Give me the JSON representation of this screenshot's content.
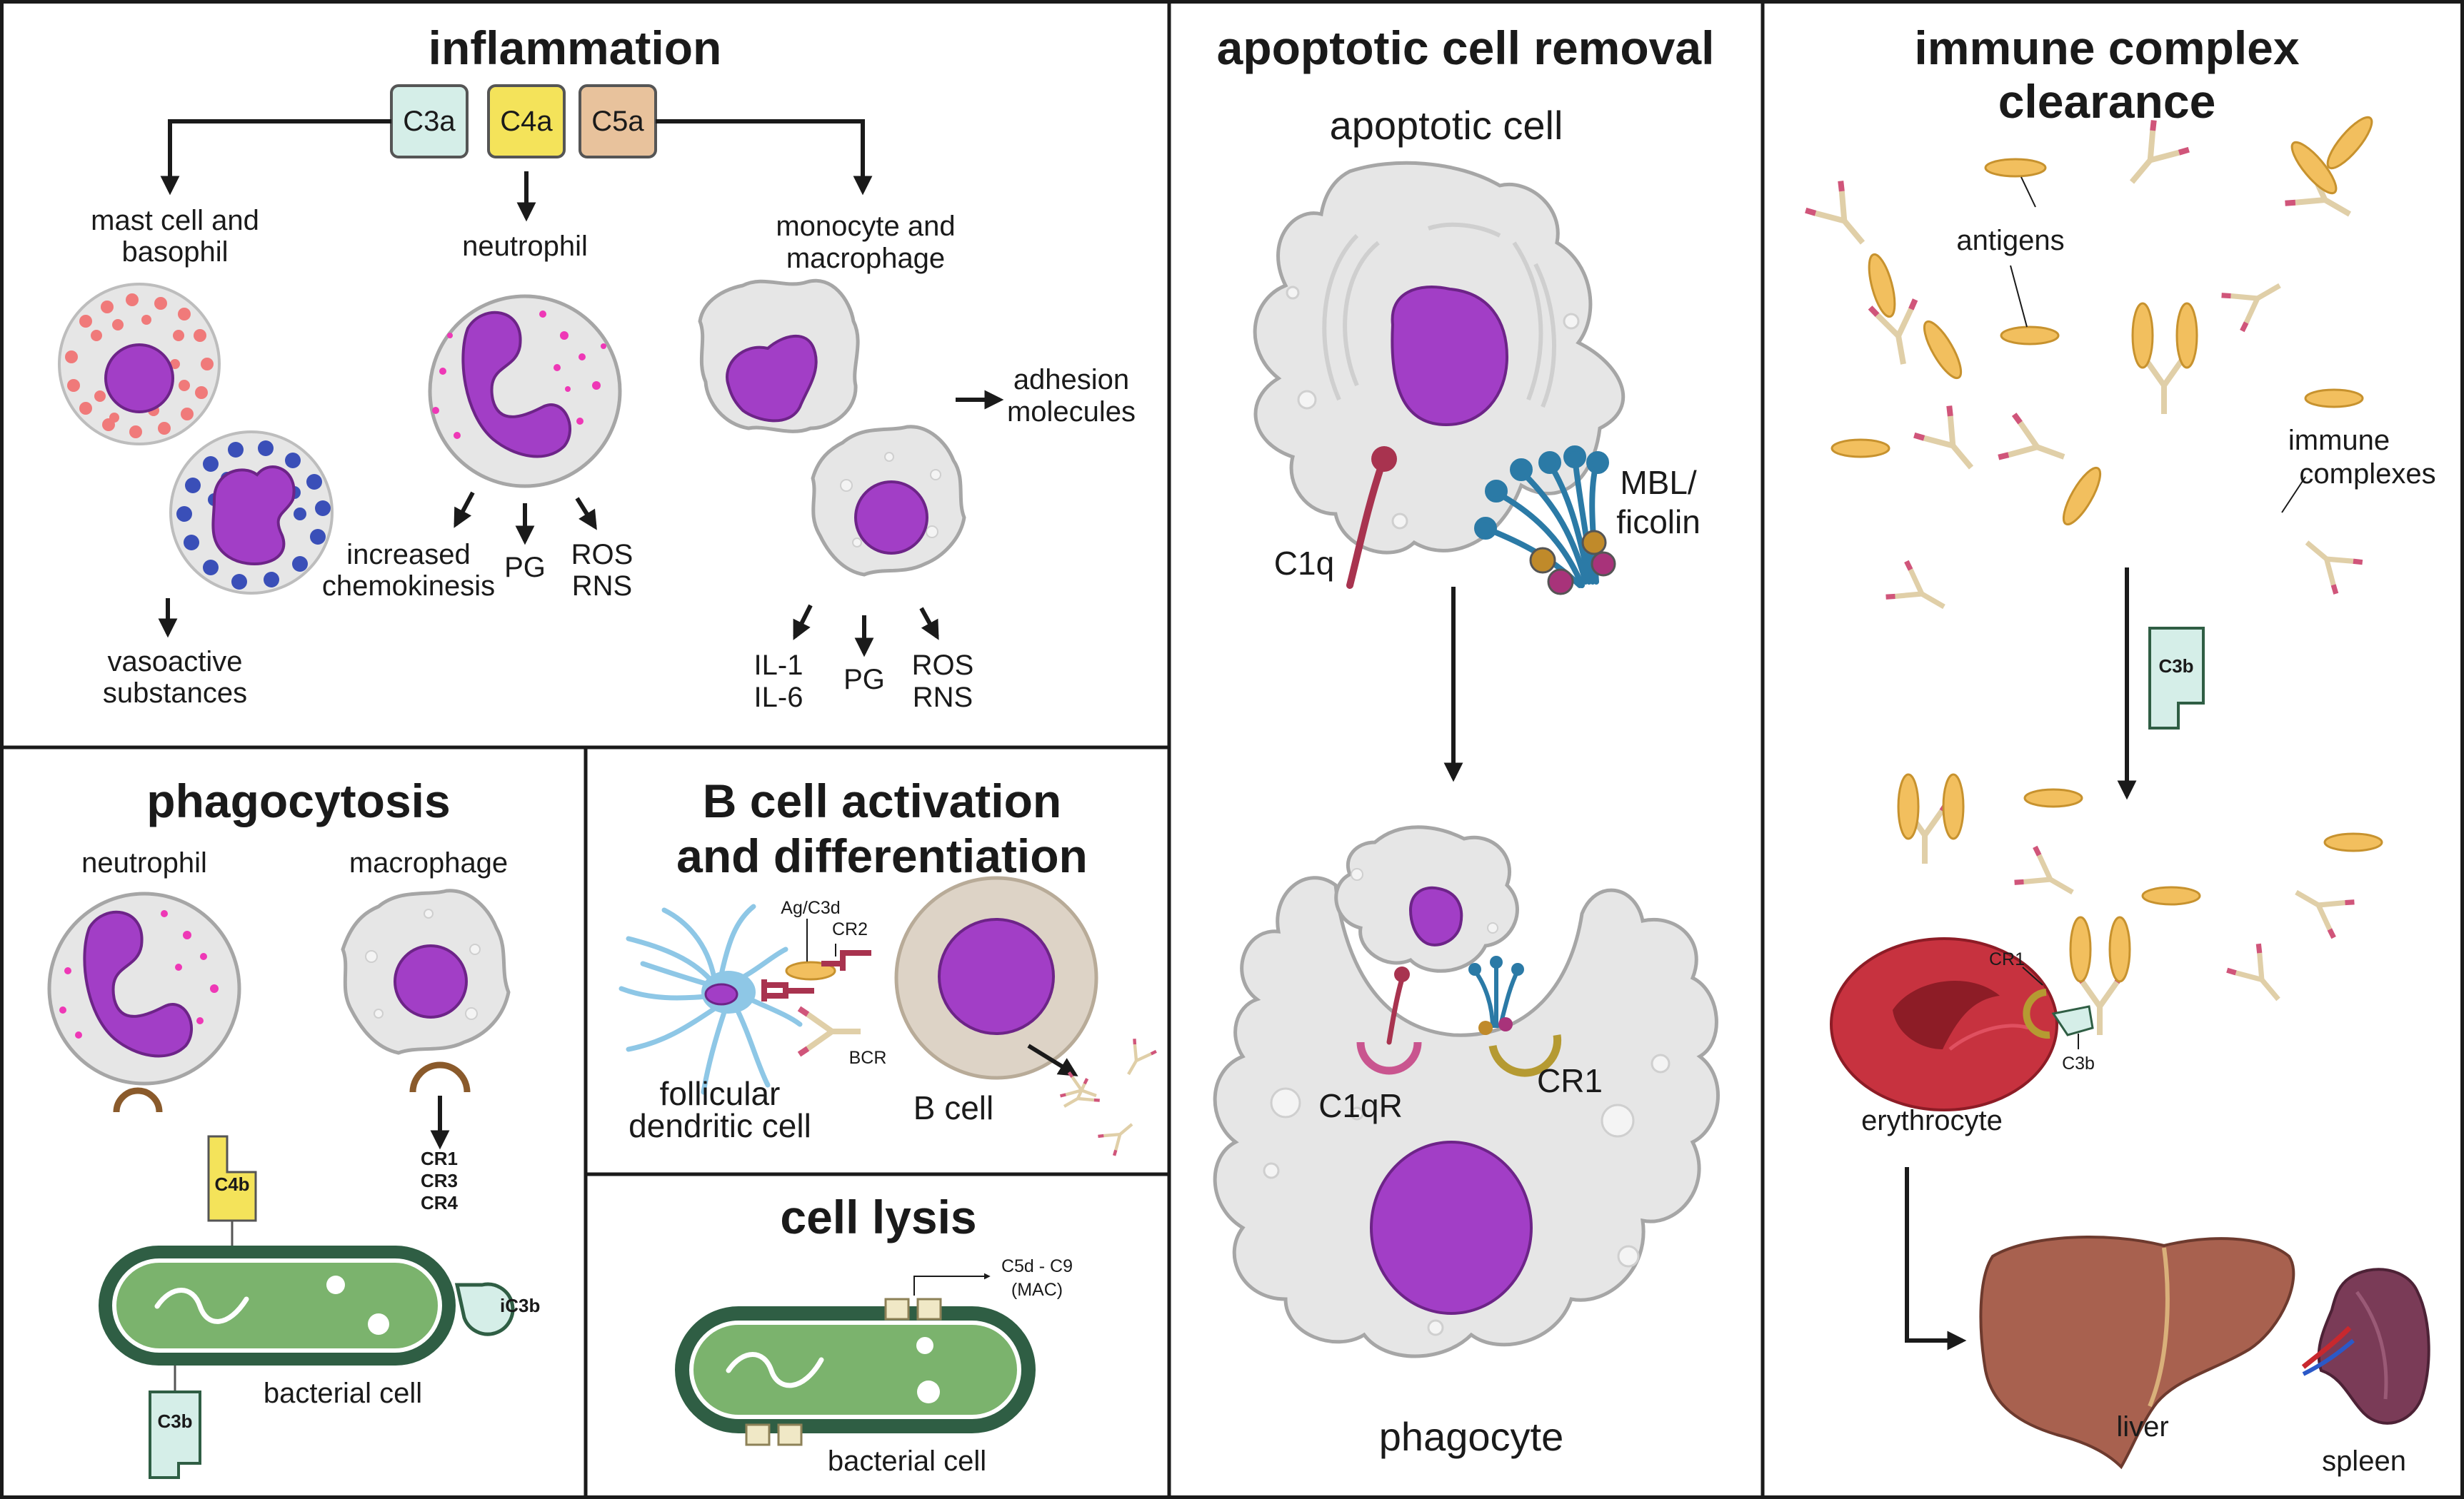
{
  "colors": {
    "nucleus": "#a23ec6",
    "cell_gray": "#e6e6e6",
    "mast_granule": "#f07a7a",
    "basophil_granule": "#3a4fb8",
    "bacterium_fill": "#7bb36d",
    "bacterium_border": "#2f5e44",
    "c3a": "#d5eee8",
    "c4a": "#f4e35a",
    "c5a": "#e8c29c",
    "c1q": "#a8334f",
    "mbl": "#2b7aa6",
    "erythrocyte": "#c7323f",
    "liver": "#a8614f",
    "spleen": "#7a3b57",
    "antigen": "#f2bf5e"
  },
  "inflammation": {
    "title": "inflammation",
    "anaphylatoxins": [
      "C3a",
      "C4a",
      "C5a"
    ],
    "mast": {
      "label_line1": "mast cell and",
      "label_line2": "basophil",
      "out_line1": "vasoactive",
      "out_line2": "substances"
    },
    "neutrophil": {
      "label": "neutrophil",
      "out1_line1": "increased",
      "out1_line2": "chemokinesis",
      "out2": "PG",
      "out3_line1": "ROS",
      "out3_line2": "RNS"
    },
    "monocyte": {
      "label_line1": "monocyte and",
      "label_line2": "macrophage",
      "adhesion_line1": "adhesion",
      "adhesion_line2": "molecules",
      "out1_line1": "IL-1",
      "out1_line2": "IL-6",
      "out2": "PG",
      "out3_line1": "ROS",
      "out3_line2": "RNS"
    }
  },
  "phagocytosis": {
    "title": "phagocytosis",
    "neutrophil": "neutrophil",
    "macrophage": "macrophage",
    "receptors": [
      "CR1",
      "CR3",
      "CR4"
    ],
    "c4b": "C4b",
    "ic3b": "iC3b",
    "c3b": "C3b",
    "bacterial_cell": "bacterial cell"
  },
  "bcell": {
    "title_line1": "B cell activation",
    "title_line2": "and differentiation",
    "ag_c3d": "Ag/C3d",
    "cr2": "CR2",
    "bcr": "BCR",
    "fdc_line1": "follicular",
    "fdc_line2": "dendritic cell",
    "bcell": "B cell"
  },
  "lysis": {
    "title": "cell lysis",
    "mac_line1": "C5d - C9",
    "mac_line2": "(MAC)",
    "bacterial_cell": "bacterial cell"
  },
  "apoptotic": {
    "title": "apoptotic cell removal",
    "apoptotic_cell": "apoptotic cell",
    "c1q": "C1q",
    "mbl_line1": "MBL/",
    "mbl_line2": "ficolin",
    "c1qr": "C1qR",
    "cr1": "CR1",
    "phagocyte": "phagocyte"
  },
  "immune_complex": {
    "title_line1": "immune complex",
    "title_line2": "clearance",
    "antigens": "antigens",
    "complexes_line1": "immune",
    "complexes_line2": "complexes",
    "c3b": "C3b",
    "cr1": "CR1",
    "c3b_small": "C3b",
    "erythrocyte": "erythrocyte",
    "liver": "liver",
    "spleen": "spleen"
  }
}
